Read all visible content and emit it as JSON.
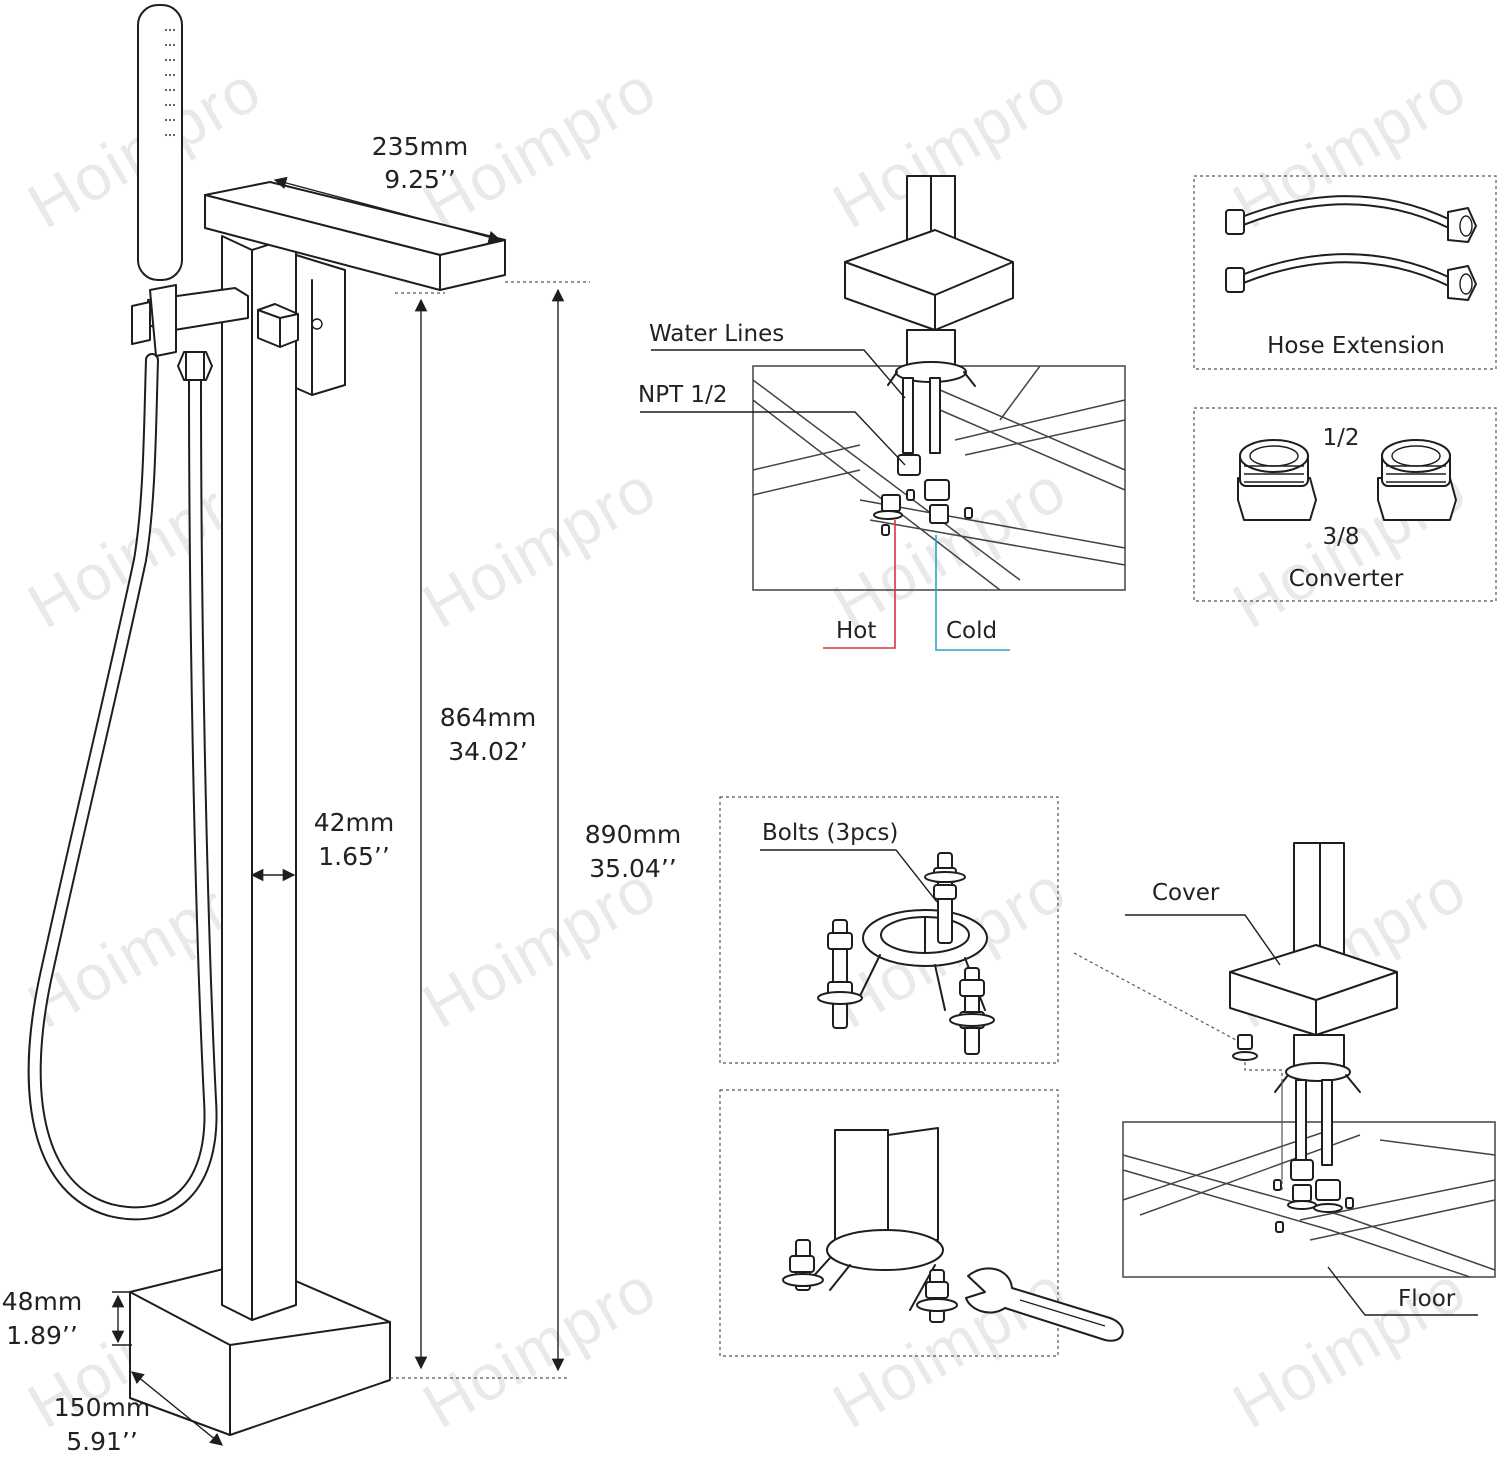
{
  "brand": {
    "watermark": "Hoimpro"
  },
  "dimensions": {
    "spout_length": {
      "metric": "235mm",
      "imperial": "9.25’’"
    },
    "spout_height": {
      "metric": "864mm",
      "imperial": "34.02’"
    },
    "total_height": {
      "metric": "890mm",
      "imperial": "35.04’’"
    },
    "pipe_width": {
      "metric": "42mm",
      "imperial": "1.65’’"
    },
    "base_height": {
      "metric": "48mm",
      "imperial": "1.89’’"
    },
    "base_width": {
      "metric": "150mm",
      "imperial": "5.91’’"
    }
  },
  "labels": {
    "water_lines": "Water Lines",
    "npt": "NPT 1/2",
    "hot": "Hot",
    "cold": "Cold",
    "hose_extension": "Hose Extension",
    "converter_top": "1/2",
    "converter_bottom": "3/8",
    "converter": "Converter",
    "bolts": "Bolts (3pcs)",
    "cover": "Cover",
    "floor": "Floor"
  },
  "colors": {
    "line": "#1e1e1e",
    "hot": "#d9343d",
    "cold": "#2aa7c0",
    "watermark": "#e9e9e9"
  }
}
